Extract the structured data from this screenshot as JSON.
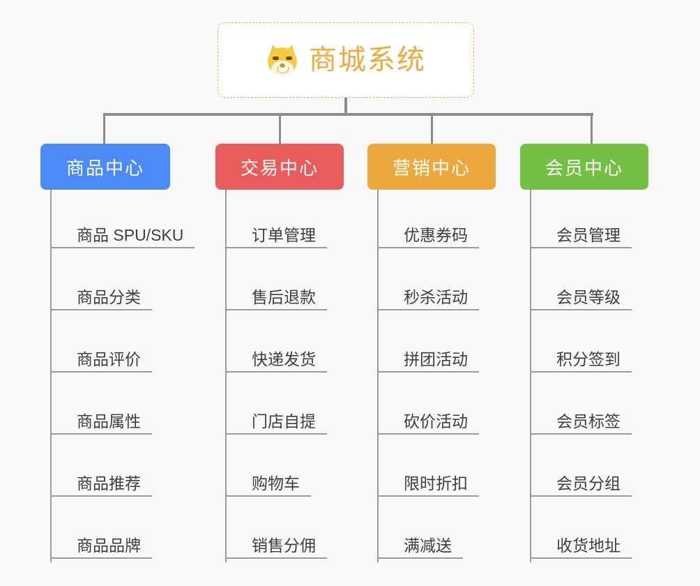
{
  "page": {
    "background_color": "#f8f8f8",
    "diagram_type": "organization-tree"
  },
  "root": {
    "title": "商城系统",
    "icon": "shiba-inu-emoji",
    "text_color": "#f0a93c",
    "border_color": "#f0b252",
    "background_color": "#ffffff"
  },
  "connector_color": "#8c8c8c",
  "leaf_line_color": "#9a9a9a",
  "leaf_text_color": "#3a3f44",
  "branches": [
    {
      "label": "商品中心",
      "color": "#4c8bf5",
      "items": [
        "商品 SPU/SKU",
        "商品分类",
        "商品评价",
        "商品属性",
        "商品推荐",
        "商品品牌"
      ]
    },
    {
      "label": "交易中心",
      "color": "#e85c5c",
      "items": [
        "订单管理",
        "售后退款",
        "快递发货",
        "门店自提",
        "购物车",
        "销售分佣"
      ]
    },
    {
      "label": "营销中心",
      "color": "#eba93d",
      "items": [
        "优惠券码",
        "秒杀活动",
        "拼团活动",
        "砍价活动",
        "限时折扣",
        "满减送"
      ]
    },
    {
      "label": "会员中心",
      "color": "#74c044",
      "items": [
        "会员管理",
        "会员等级",
        "积分签到",
        "会员标签",
        "会员分组",
        "收货地址"
      ]
    }
  ]
}
